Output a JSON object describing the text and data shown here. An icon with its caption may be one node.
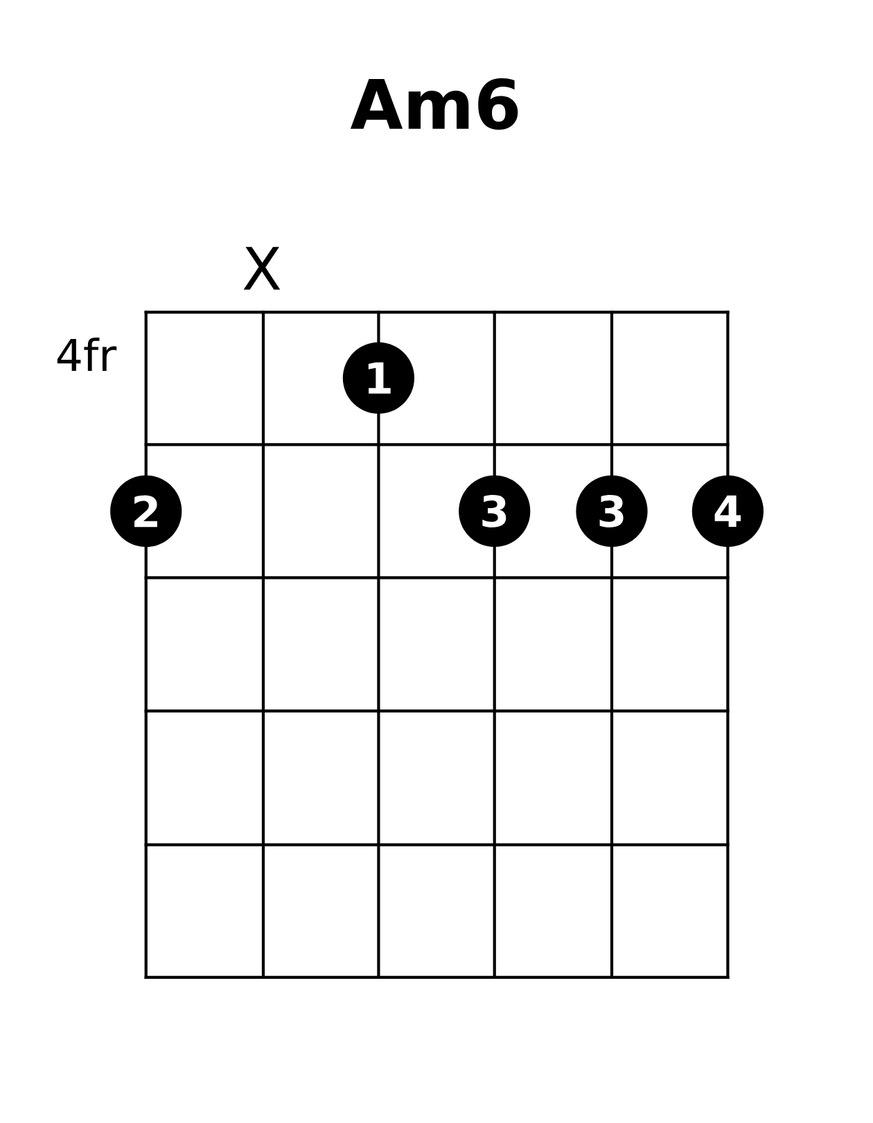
{
  "diagram": {
    "title": "Am6",
    "nodes": [
      {
        "text": [
          "1"
        ]
      },
      {
        "text": [
          "2"
        ]
      },
      {
        "text": [
          "3"
        ]
      },
      {
        "text": [
          "3"
        ]
      },
      {
        "text": [
          "4"
        ]
      }
    ],
    "labels": [
      "X",
      "4fr"
    ]
  }
}
